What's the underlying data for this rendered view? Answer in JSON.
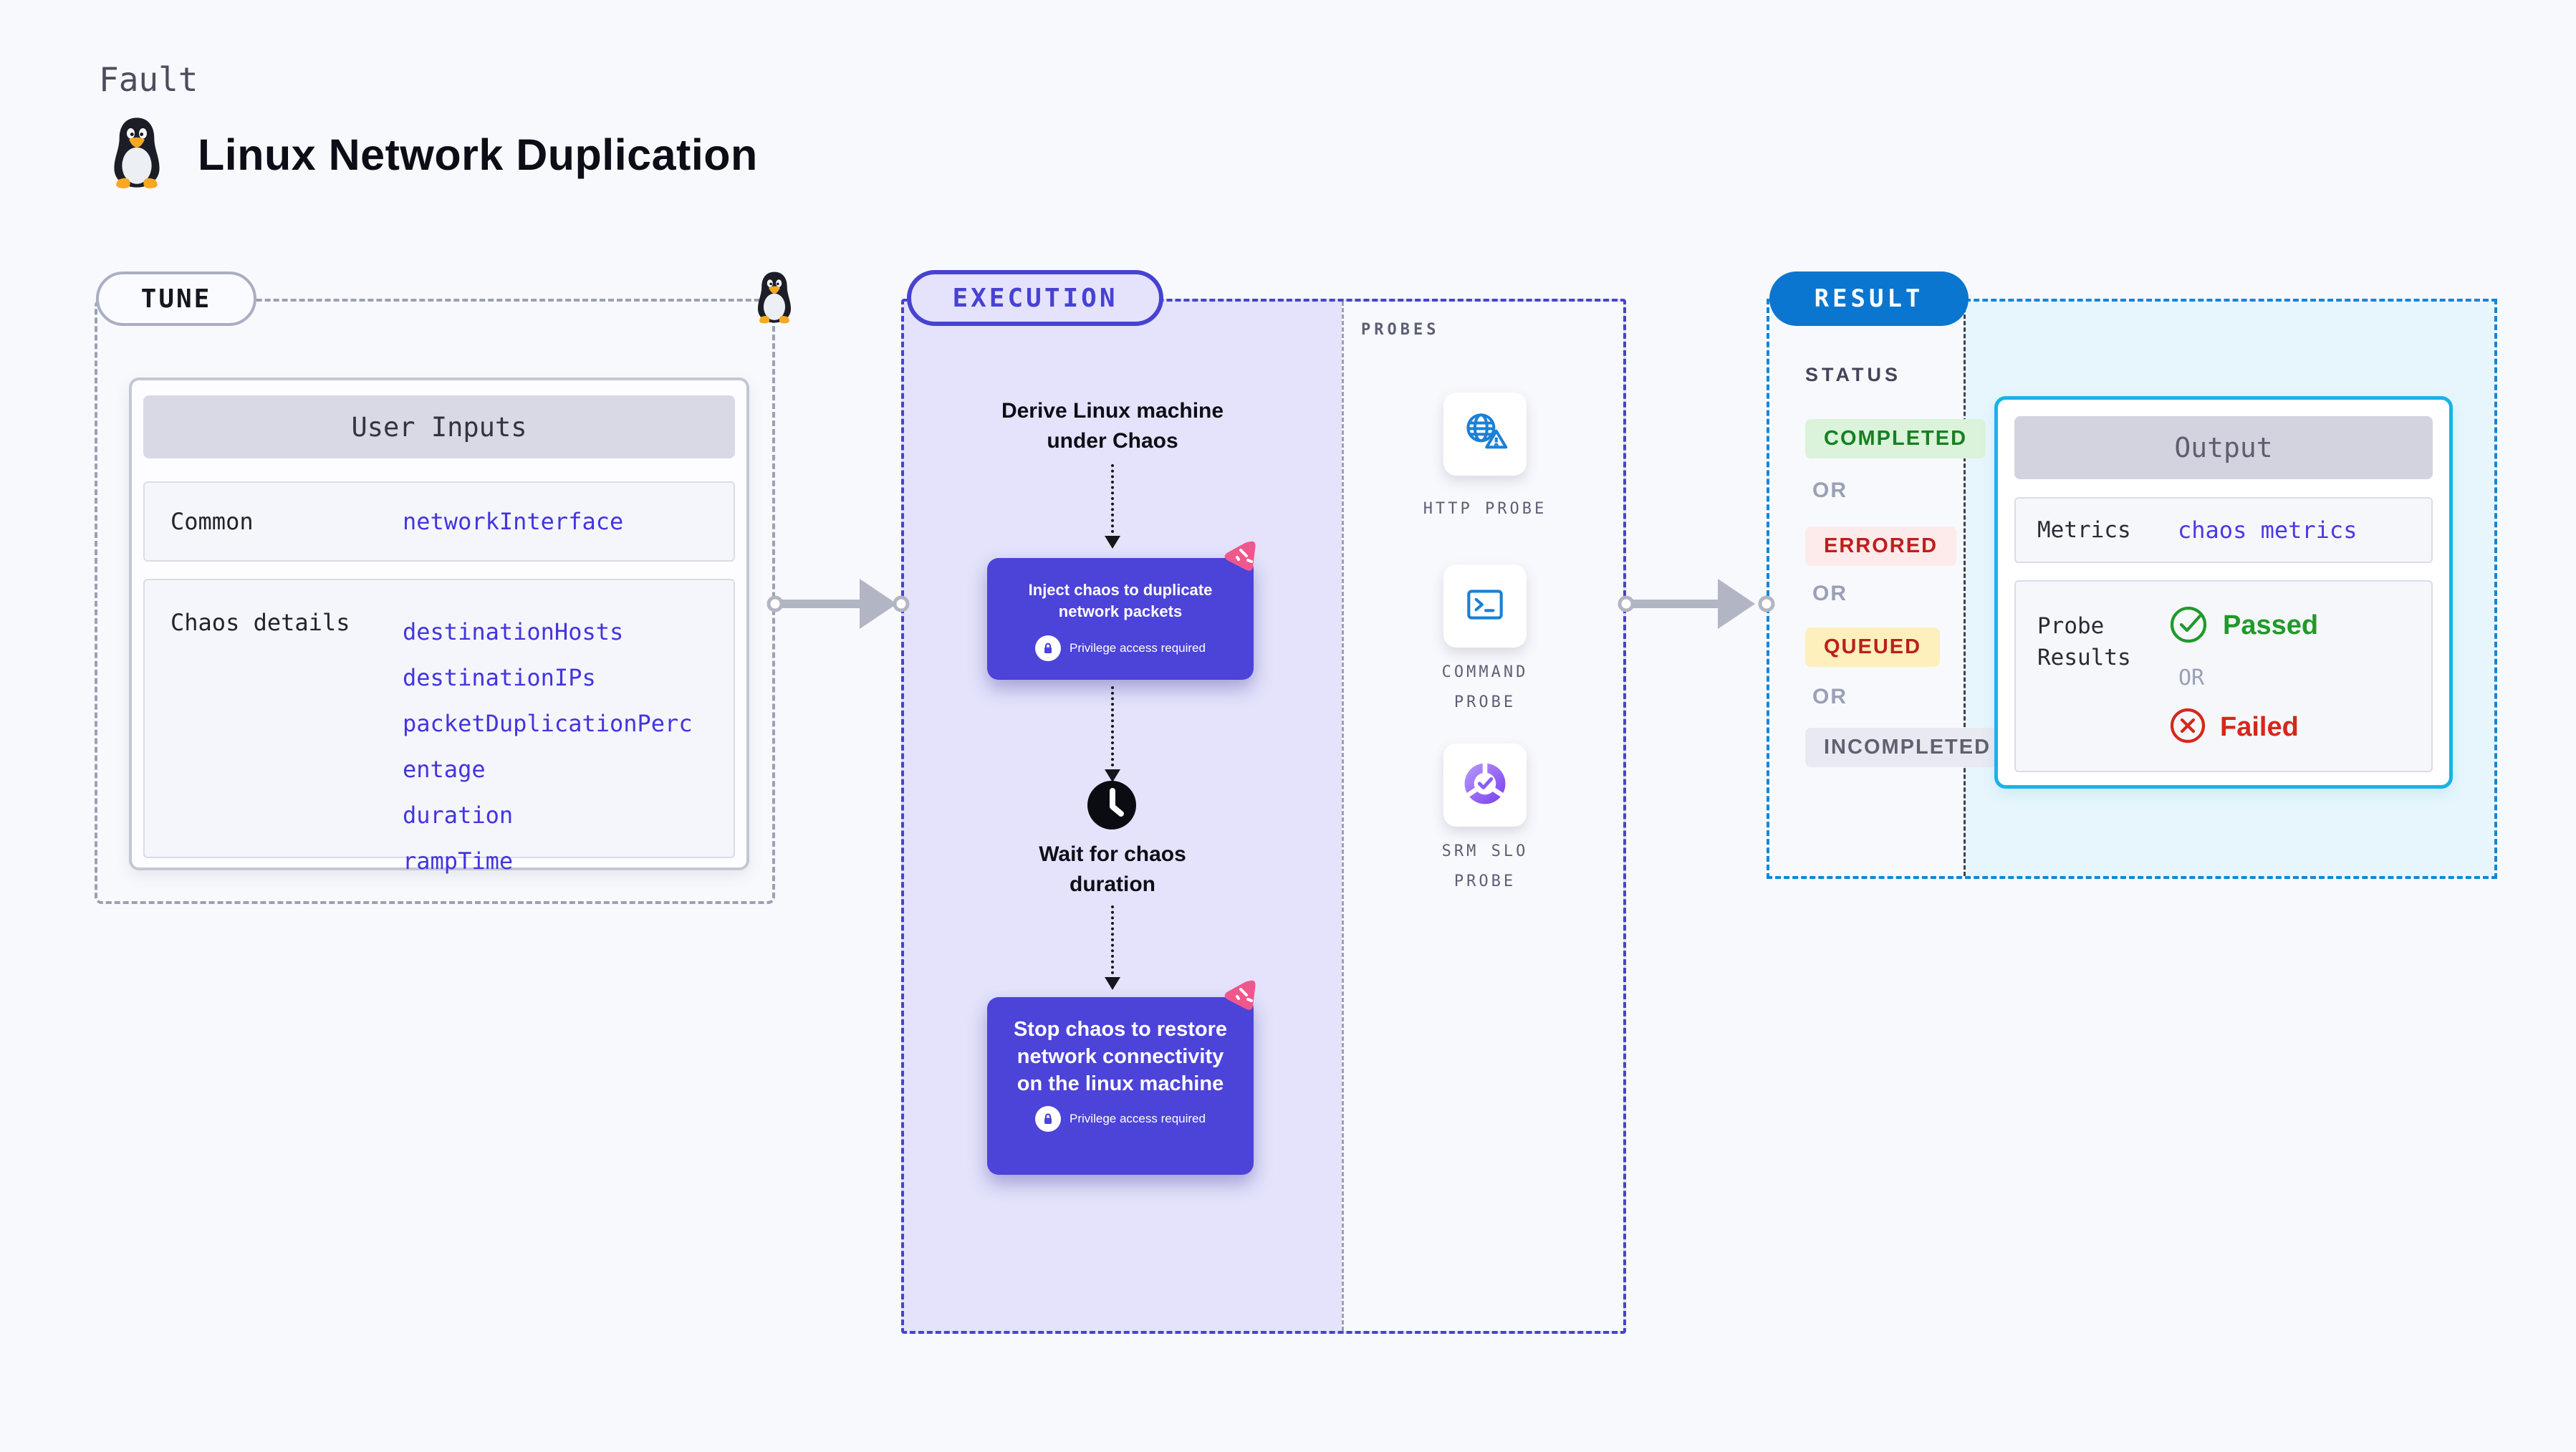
{
  "header": {
    "kicker": "Fault",
    "title": "Linux Network Duplication"
  },
  "tune": {
    "badge": "TUNE",
    "card_title": "User Inputs",
    "rows": [
      {
        "label": "Common",
        "values": [
          "networkInterface"
        ]
      },
      {
        "label": "Chaos details",
        "values": [
          "destinationHosts",
          "destinationIPs",
          "packetDuplicationPercentage",
          "duration",
          "rampTime"
        ]
      }
    ]
  },
  "execution": {
    "badge": "EXECUTION",
    "derive_step": "Derive Linux machine under Chaos",
    "inject_step": "Inject chaos to duplicate network packets",
    "wait_step": "Wait for chaos duration",
    "stop_step": "Stop chaos to restore network connectivity on the linux machine",
    "privilege_note": "Privilege access required"
  },
  "probes": {
    "label": "PROBES",
    "items": [
      {
        "name": "HTTP PROBE",
        "icon": "globe-alert-icon"
      },
      {
        "name": "COMMAND PROBE",
        "icon": "terminal-icon"
      },
      {
        "name": "SRM SLO PROBE",
        "icon": "slo-pie-icon"
      }
    ]
  },
  "result": {
    "badge": "RESULT",
    "status_label": "STATUS",
    "or_label": "OR",
    "statuses": [
      {
        "label": "COMPLETED",
        "type": "success"
      },
      {
        "label": "ERRORED",
        "type": "error"
      },
      {
        "label": "QUEUED",
        "type": "warning"
      },
      {
        "label": "INCOMPLETED",
        "type": "neutral"
      }
    ],
    "output": {
      "title": "Output",
      "metrics_label": "Metrics",
      "metrics_value": "chaos metrics",
      "probe_results_label": "Probe Results",
      "passed_label": "Passed",
      "failed_label": "Failed",
      "or_label": "OR"
    }
  },
  "colors": {
    "accent_purple": "#4c43d8",
    "lavender_panel": "#e4e3fb",
    "result_blue": "#0b76cf",
    "output_border_cyan": "#19b2e8",
    "code_blue": "#4334e0",
    "success_green": "#1f9a2a",
    "error_red": "#d5281c",
    "chaos_pink": "#f0578d",
    "probe_icon_blue": "#1b80d6"
  }
}
